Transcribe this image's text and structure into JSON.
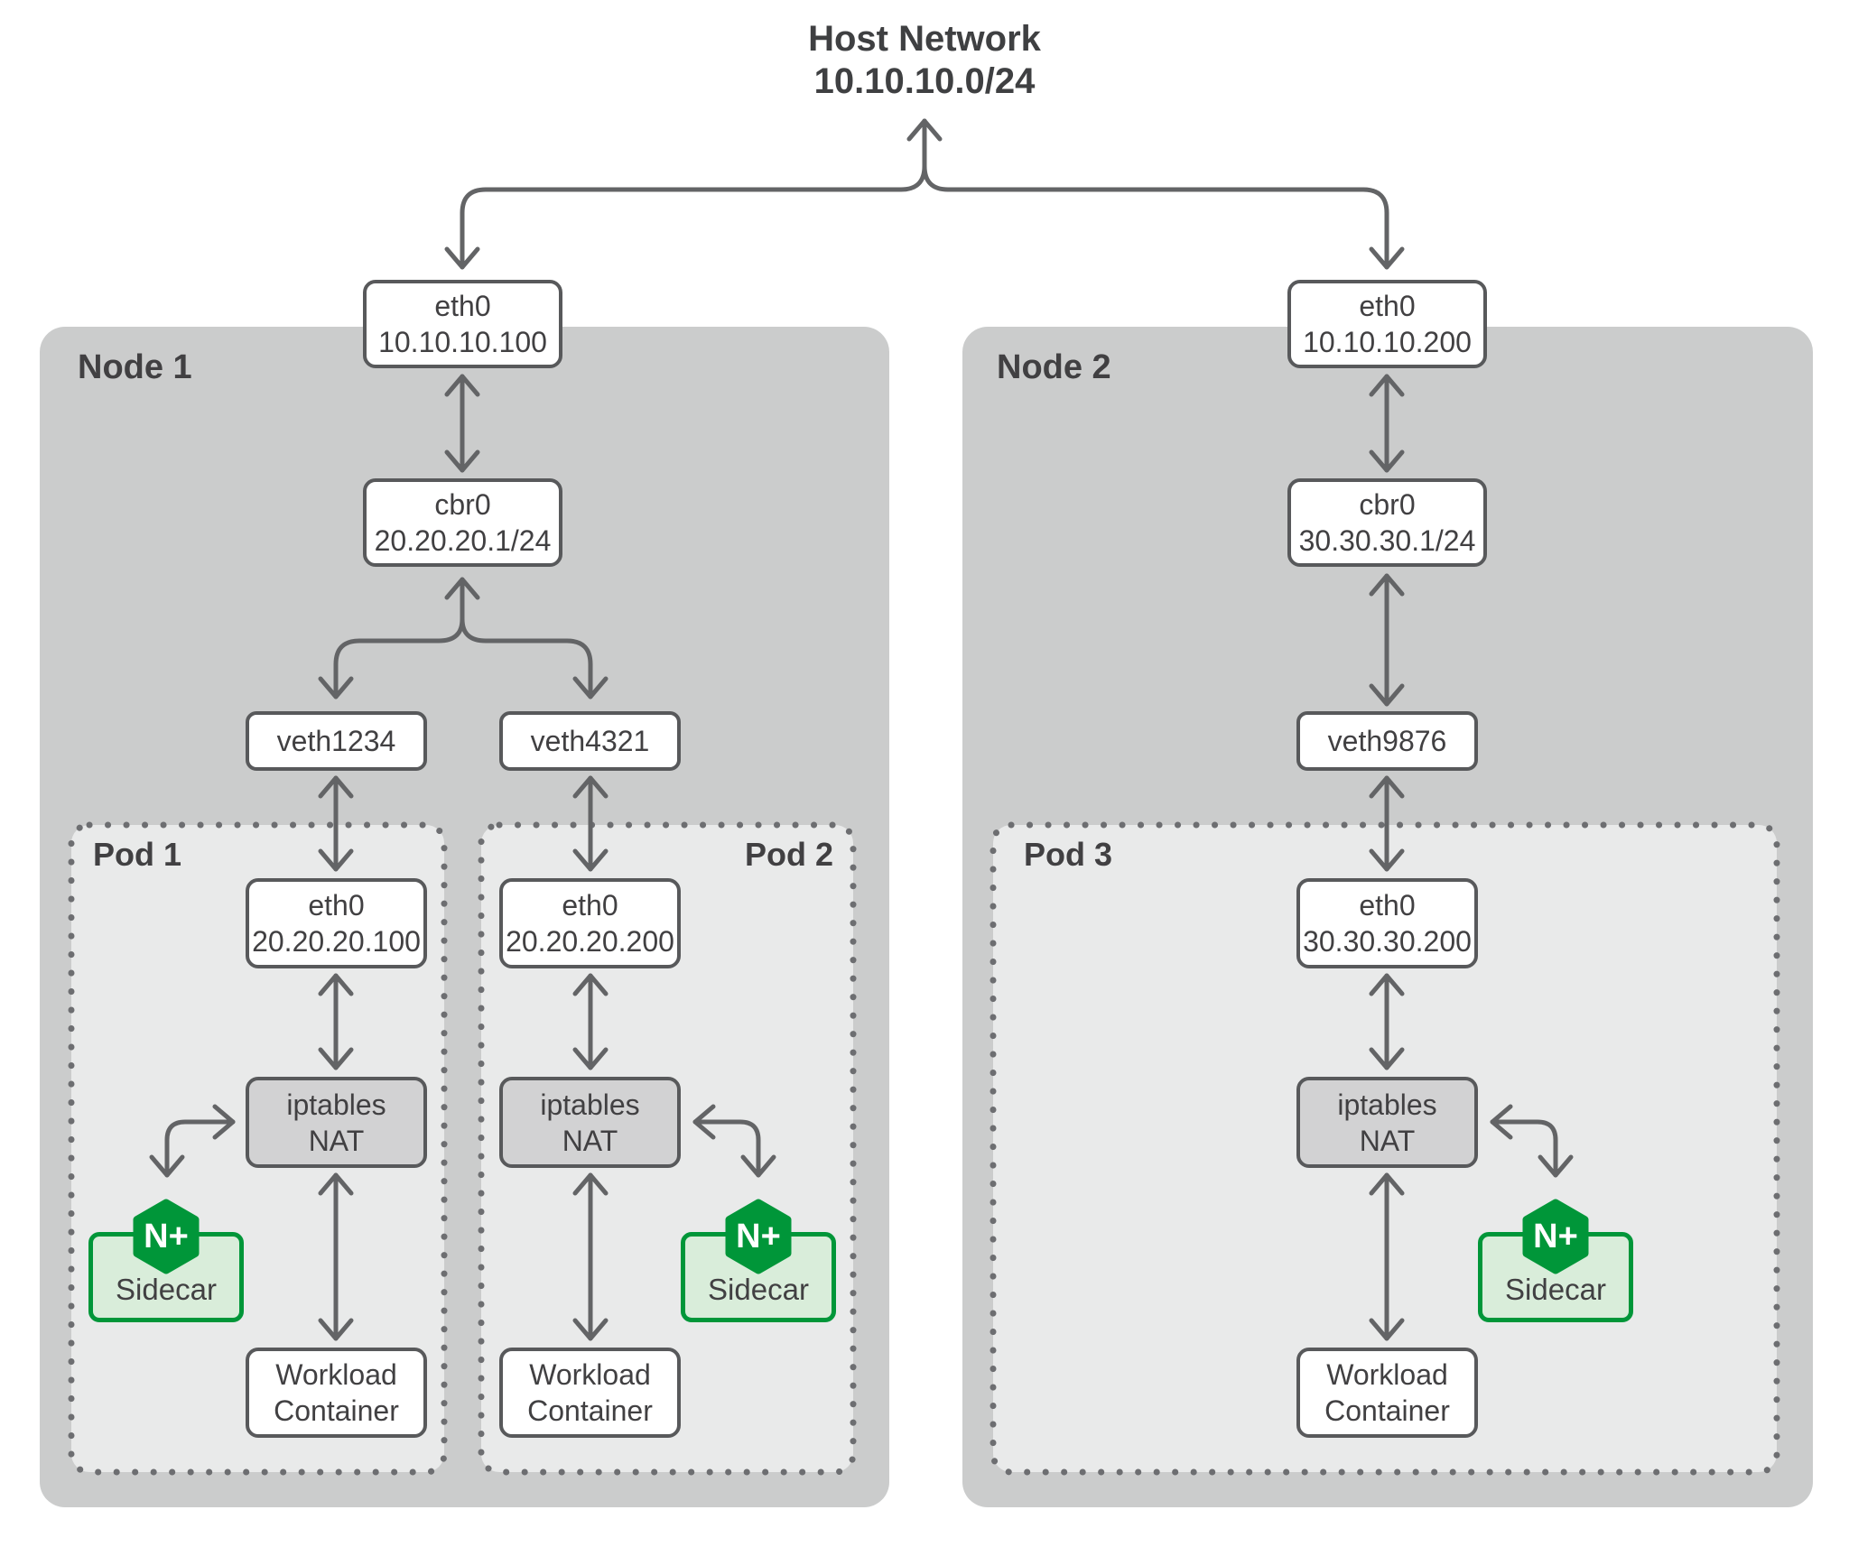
{
  "host_network": {
    "title": "Host Network",
    "cidr": "10.10.10.0/24"
  },
  "node1": {
    "label": "Node 1",
    "eth0": {
      "name": "eth0",
      "ip": "10.10.10.100"
    },
    "cbr0": {
      "name": "cbr0",
      "ip": "20.20.20.1/24"
    },
    "veth_a": "veth1234",
    "veth_b": "veth4321"
  },
  "node2": {
    "label": "Node 2",
    "eth0": {
      "name": "eth0",
      "ip": "10.10.10.200"
    },
    "cbr0": {
      "name": "cbr0",
      "ip": "30.30.30.1/24"
    },
    "veth": "veth9876"
  },
  "pod1": {
    "label": "Pod 1",
    "eth0": {
      "name": "eth0",
      "ip": "20.20.20.100"
    },
    "nat": {
      "line1": "iptables",
      "line2": "NAT"
    },
    "sidecar": {
      "badge": "N+",
      "label": "Sidecar"
    },
    "workload": {
      "line1": "Workload",
      "line2": "Container"
    }
  },
  "pod2": {
    "label": "Pod 2",
    "eth0": {
      "name": "eth0",
      "ip": "20.20.20.200"
    },
    "nat": {
      "line1": "iptables",
      "line2": "NAT"
    },
    "sidecar": {
      "badge": "N+",
      "label": "Sidecar"
    },
    "workload": {
      "line1": "Workload",
      "line2": "Container"
    }
  },
  "pod3": {
    "label": "Pod 3",
    "eth0": {
      "name": "eth0",
      "ip": "30.30.30.200"
    },
    "nat": {
      "line1": "iptables",
      "line2": "NAT"
    },
    "sidecar": {
      "badge": "N+",
      "label": "Sidecar"
    },
    "workload": {
      "line1": "Workload",
      "line2": "Container"
    }
  },
  "colors": {
    "node_fill": "#cbcccc",
    "pod_fill": "#e9eaea",
    "box_border": "#58595b",
    "nat_fill": "#d2d2d3",
    "arrow": "#636466",
    "text": "#414042",
    "nginx_green": "#009639",
    "sidecar_fill": "#d9edda",
    "pod_dots": "#6d6e71"
  }
}
